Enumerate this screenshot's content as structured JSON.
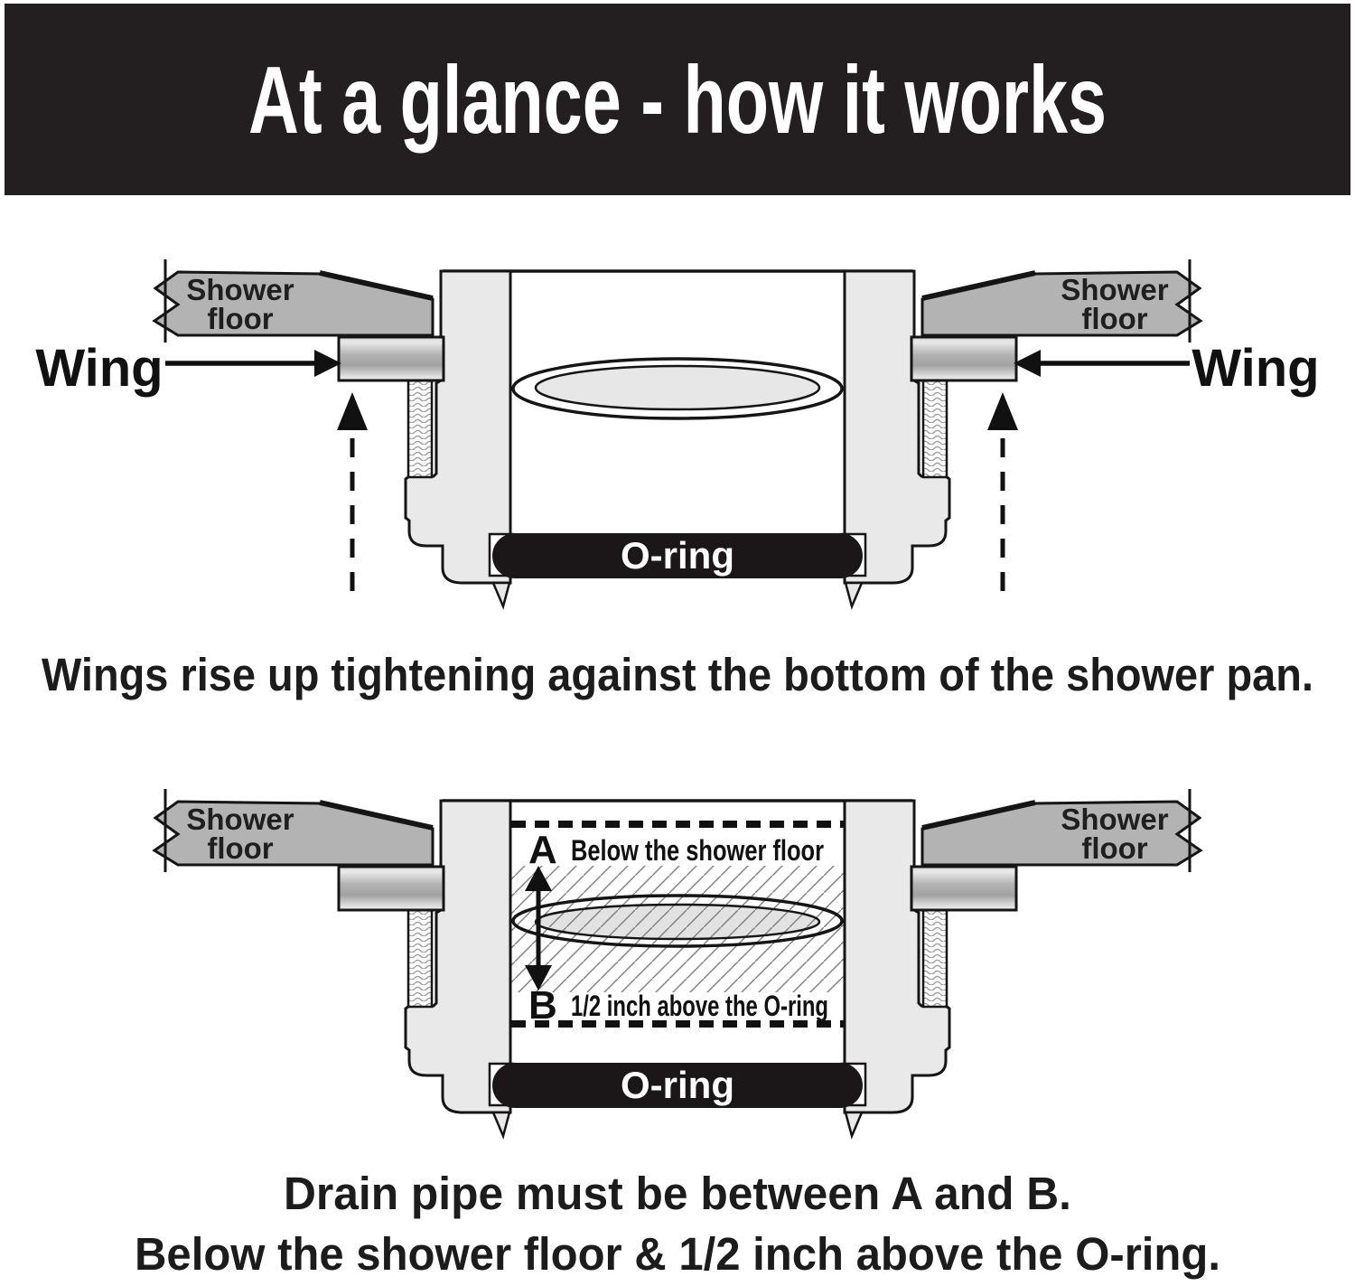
{
  "header": {
    "title": "At a glance - how it works"
  },
  "labels": {
    "shower": "Shower",
    "floor": "floor"
  },
  "diagram1": {
    "wing_left": "Wing",
    "wing_right": "Wing",
    "oring": "O-ring",
    "caption": "Wings rise up tightening against the bottom of the shower pan."
  },
  "diagram2": {
    "a_letter": "A",
    "a_text": "Below the shower floor",
    "b_letter": "B",
    "b_text": "1/2 inch above the O-ring",
    "oring": "O-ring",
    "caption_line1": "Drain pipe must be between A and B.",
    "caption_line2": "Below the shower floor & 1/2 inch above the O-ring."
  },
  "colors": {
    "banner": "#231f20",
    "slab": "#b3b3b3",
    "flange": "#e9e9e9",
    "oring": "#1b1718",
    "ink": "#111111"
  }
}
